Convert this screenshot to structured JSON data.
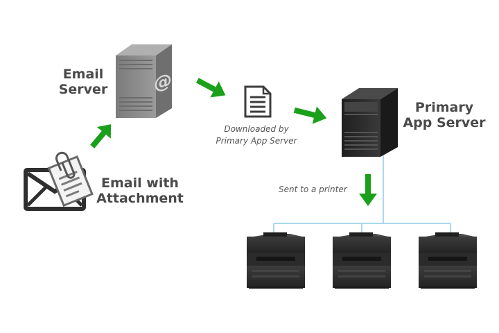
{
  "email_server": {
    "line1": "Email",
    "line2": "Server"
  },
  "email_attachment": {
    "line1": "Email with",
    "line2": "Attachment"
  },
  "document": {
    "caption_line1": "Downloaded by",
    "caption_line2": "Primary App Server"
  },
  "app_server": {
    "line1": "Primary",
    "line2": "App Server"
  },
  "printers": {
    "caption": "Sent to a printer",
    "count": 3
  },
  "email_server_symbol": "@",
  "colors": {
    "arrow": "#1aa01a",
    "connector": "#a9d8ee",
    "label": "#4a4a4a",
    "email_server_body": "#8e8e8e",
    "app_server_body": "#2e2e2e",
    "printer_body": "#333333"
  },
  "icons": [
    "email-icon",
    "attachment-icon",
    "email-server-icon",
    "document-icon",
    "app-server-icon",
    "printer-icon"
  ]
}
